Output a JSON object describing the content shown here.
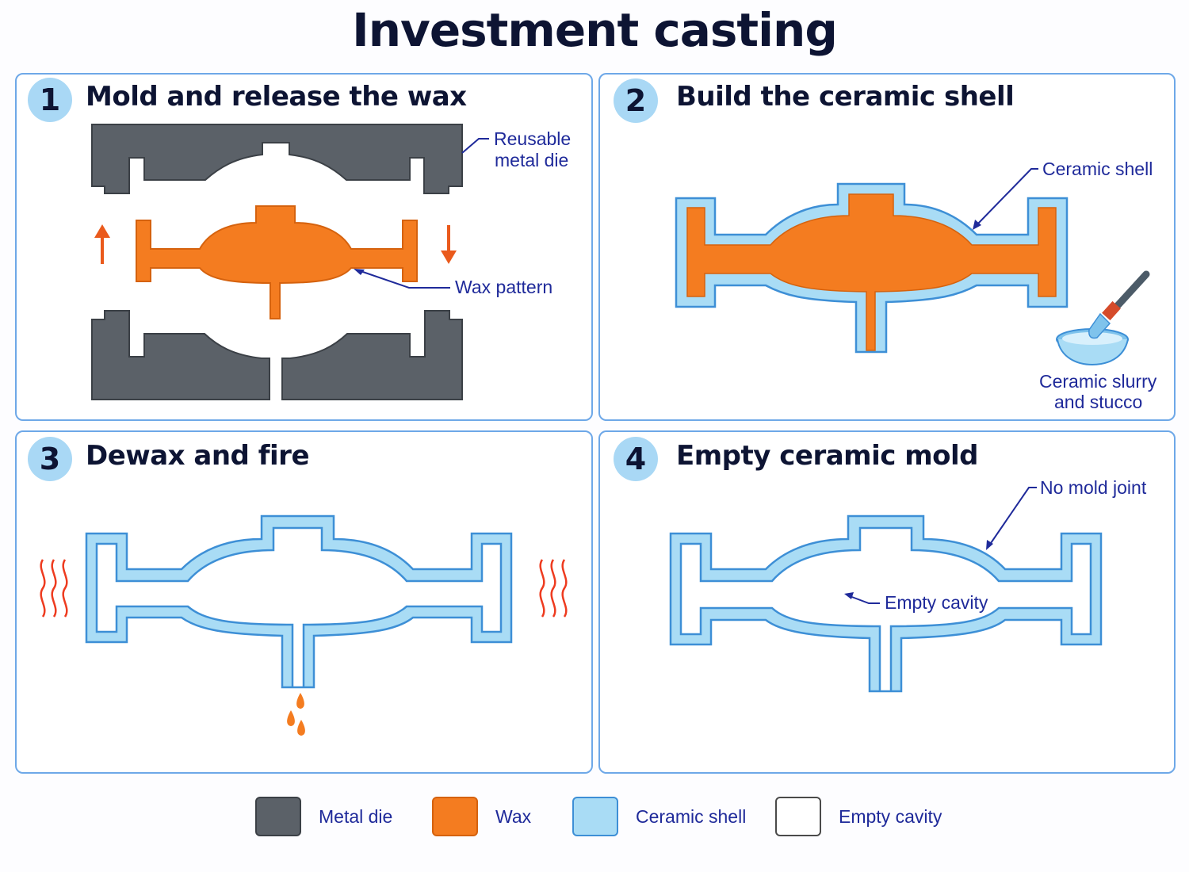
{
  "title": "Investment casting",
  "panels": [
    {
      "number": "1",
      "heading": "Mold and release the wax"
    },
    {
      "number": "2",
      "heading": "Build the ceramic shell"
    },
    {
      "number": "3",
      "heading": "Dewax and fire"
    },
    {
      "number": "4",
      "heading": "Empty ceramic mold"
    }
  ],
  "annotations": {
    "reusable_die_1": "Reusable",
    "reusable_die_2": "metal die",
    "wax_pattern": "Wax pattern",
    "ceramic_shell": "Ceramic shell",
    "slurry_1": "Ceramic slurry",
    "slurry_2": "and stucco",
    "no_mold_joint": "No mold joint",
    "empty_cavity": "Empty cavity"
  },
  "legend": [
    {
      "label": "Metal die",
      "color": "#5b6168"
    },
    {
      "label": "Wax",
      "color": "#f47c20"
    },
    {
      "label": "Ceramic shell",
      "color": "#a9dcf5"
    },
    {
      "label": "Empty cavity",
      "color": "#ffffff"
    }
  ],
  "colors": {
    "metal": "#5b6168",
    "wax": "#f47c20",
    "ceramic": "#a9dcf5",
    "outline": "#3d8fd6",
    "heat": "#ee3b1f",
    "arrow": "#ea5a1c",
    "leader": "#1f2a9a"
  }
}
